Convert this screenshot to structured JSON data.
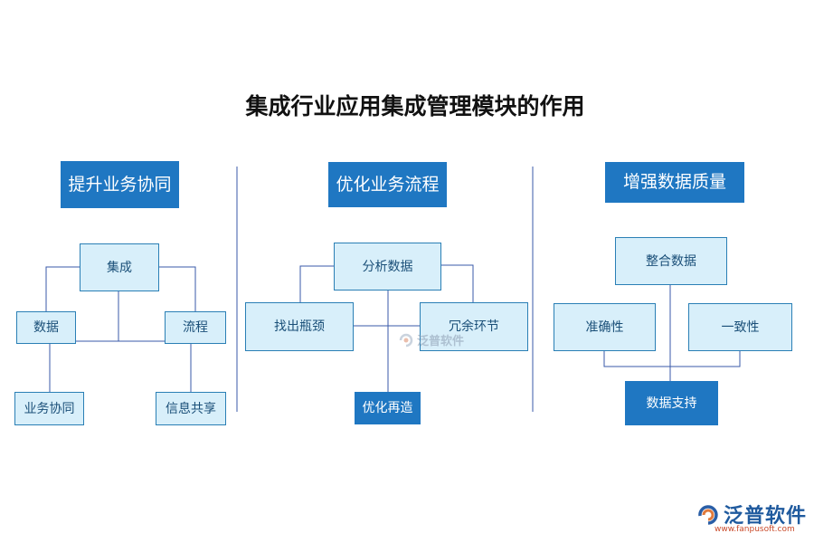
{
  "title": "集成行业应用集成管理模块的作用",
  "sections": [
    {
      "header": "提升业务协同",
      "nodes": {
        "top": "集成",
        "left": "数据",
        "right": "流程",
        "bottom_left": "业务协同",
        "bottom_right": "信息共享"
      }
    },
    {
      "header": "优化业务流程",
      "nodes": {
        "top": "分析数据",
        "left": "找出瓶颈",
        "right": "冗余环节",
        "bottom": "优化再造"
      }
    },
    {
      "header": "增强数据质量",
      "nodes": {
        "top": "整合数据",
        "left": "准确性",
        "right": "一致性",
        "bottom": "数据支持"
      }
    }
  ],
  "watermark": {
    "center_text": "泛普软件",
    "brand": "泛普软件",
    "url": "www.fanpusoft.com"
  },
  "colors": {
    "header_fill": "#1f77c2",
    "node_fill": "#d8effa",
    "node_border": "#2a7fb5",
    "line": "#3a5aa8"
  }
}
